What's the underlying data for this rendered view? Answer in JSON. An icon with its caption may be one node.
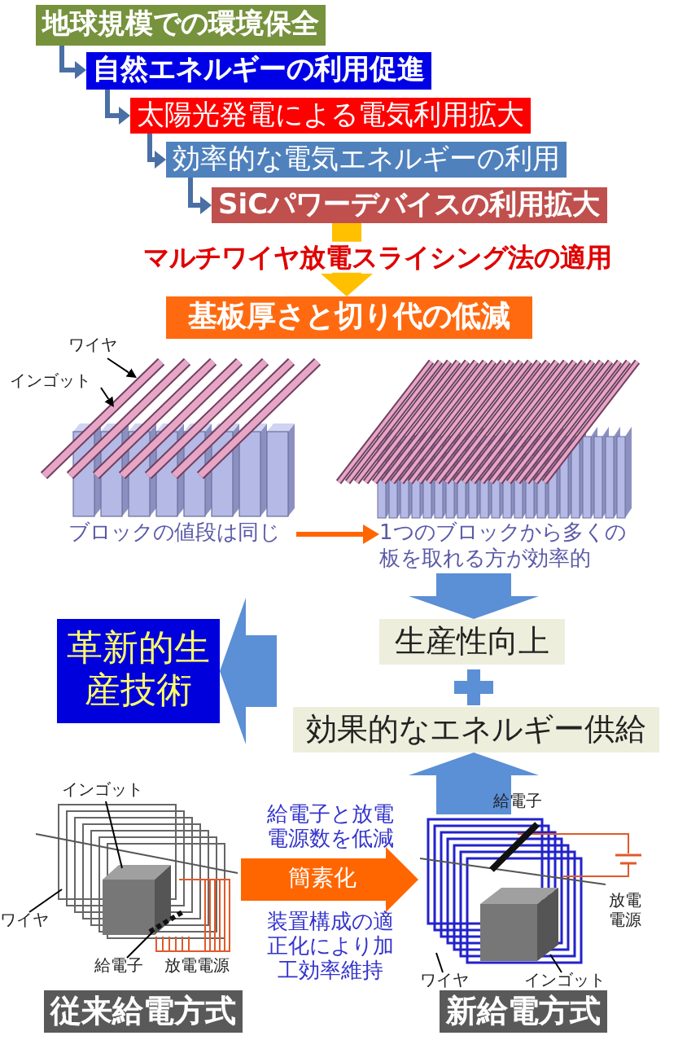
{
  "diagram": {
    "nodes": [
      {
        "text": [
          "地球規模での環境保全"
        ]
      },
      {
        "text": [
          "自然エネルギーの利用促進"
        ]
      },
      {
        "text": [
          "太陽光発電による電気利用拡大"
        ]
      },
      {
        "text": [
          "効率的な電気エネルギーの利用"
        ]
      },
      {
        "text": [
          "SiCパワーデバイスの利用拡大"
        ]
      },
      {
        "text": [
          "基板厚さと切り代の低減"
        ]
      },
      {
        "text": [
          "ワイヤ"
        ]
      },
      {
        "text": [
          "インゴット"
        ]
      },
      {
        "text": [],
        "shape": "picture"
      },
      {
        "text": [],
        "shape": "picture"
      },
      {
        "text": [
          "ブロックの値段は同じ"
        ]
      },
      {
        "text": [
          "1つのブロックから多くの板を取れる方が効率的"
        ]
      },
      {
        "text": [
          "革新的生産技術"
        ]
      },
      {
        "text": [
          "生産性向上"
        ]
      },
      {
        "text": [
          "効果的なエネルギー供給"
        ]
      },
      {
        "text": [],
        "shape": "picture"
      },
      {
        "text": [
          "インゴット"
        ]
      },
      {
        "text": [
          "ワイヤ"
        ]
      },
      {
        "text": [
          "給電子"
        ]
      },
      {
        "text": [
          "従来給電方式"
        ]
      },
      {
        "text": [],
        "shape": "picture"
      },
      {
        "text": [
          "ワイヤ"
        ]
      },
      {
        "text": [
          "インゴット"
        ]
      },
      {
        "text": [
          "新給電方式"
        ]
      }
    ],
    "edges": [
      {
        "from": 0,
        "to": 1,
        "arrow": "to",
        "color": "#4a6fa5"
      },
      {
        "from": 1,
        "to": 2,
        "arrow": "to",
        "color": "#4a6fa5"
      },
      {
        "from": 2,
        "to": 3,
        "arrow": "to",
        "color": "#4a6fa5"
      },
      {
        "from": 3,
        "to": 4,
        "arrow": "to",
        "color": "#4a6fa5"
      },
      {
        "from": 4,
        "to": 5,
        "arrow": "to",
        "label": "マルチワイヤ放電スライシング法の適用",
        "style": "thick",
        "color": "#ffc000"
      },
      {
        "from": 6,
        "to": 8,
        "arrow": "to"
      },
      {
        "from": 7,
        "to": 8,
        "arrow": "to"
      },
      {
        "from": 10,
        "to": 11,
        "arrow": "to",
        "color": "#ff6600"
      },
      {
        "from": 11,
        "to": 13,
        "arrow": "to",
        "style": "thick",
        "color": "#5b8fd6"
      },
      {
        "from": null,
        "to": 12,
        "arrow": "to",
        "style": "thick",
        "color": "#5b8fd6"
      },
      {
        "from": 20,
        "to": 14,
        "arrow": "to",
        "style": "thick",
        "color": "#5b8fd6"
      },
      {
        "from": 15,
        "to": 20,
        "arrow": "to",
        "label": "簡素化",
        "style": "thick",
        "color": "#ff6600"
      },
      {
        "from": 16,
        "to": 15,
        "arrow": "none"
      },
      {
        "from": 17,
        "to": 15,
        "arrow": "none"
      },
      {
        "from": 18,
        "to": 15,
        "arrow": "none"
      },
      {
        "from": 21,
        "to": 20,
        "arrow": "none"
      },
      {
        "from": 22,
        "to": 20,
        "arrow": "none"
      }
    ],
    "labels": [
      "給電子",
      "給電子と放電電源数を低減",
      "装置構成の適正化により加工効率維持",
      "放電電源",
      "放電電源"
    ]
  }
}
